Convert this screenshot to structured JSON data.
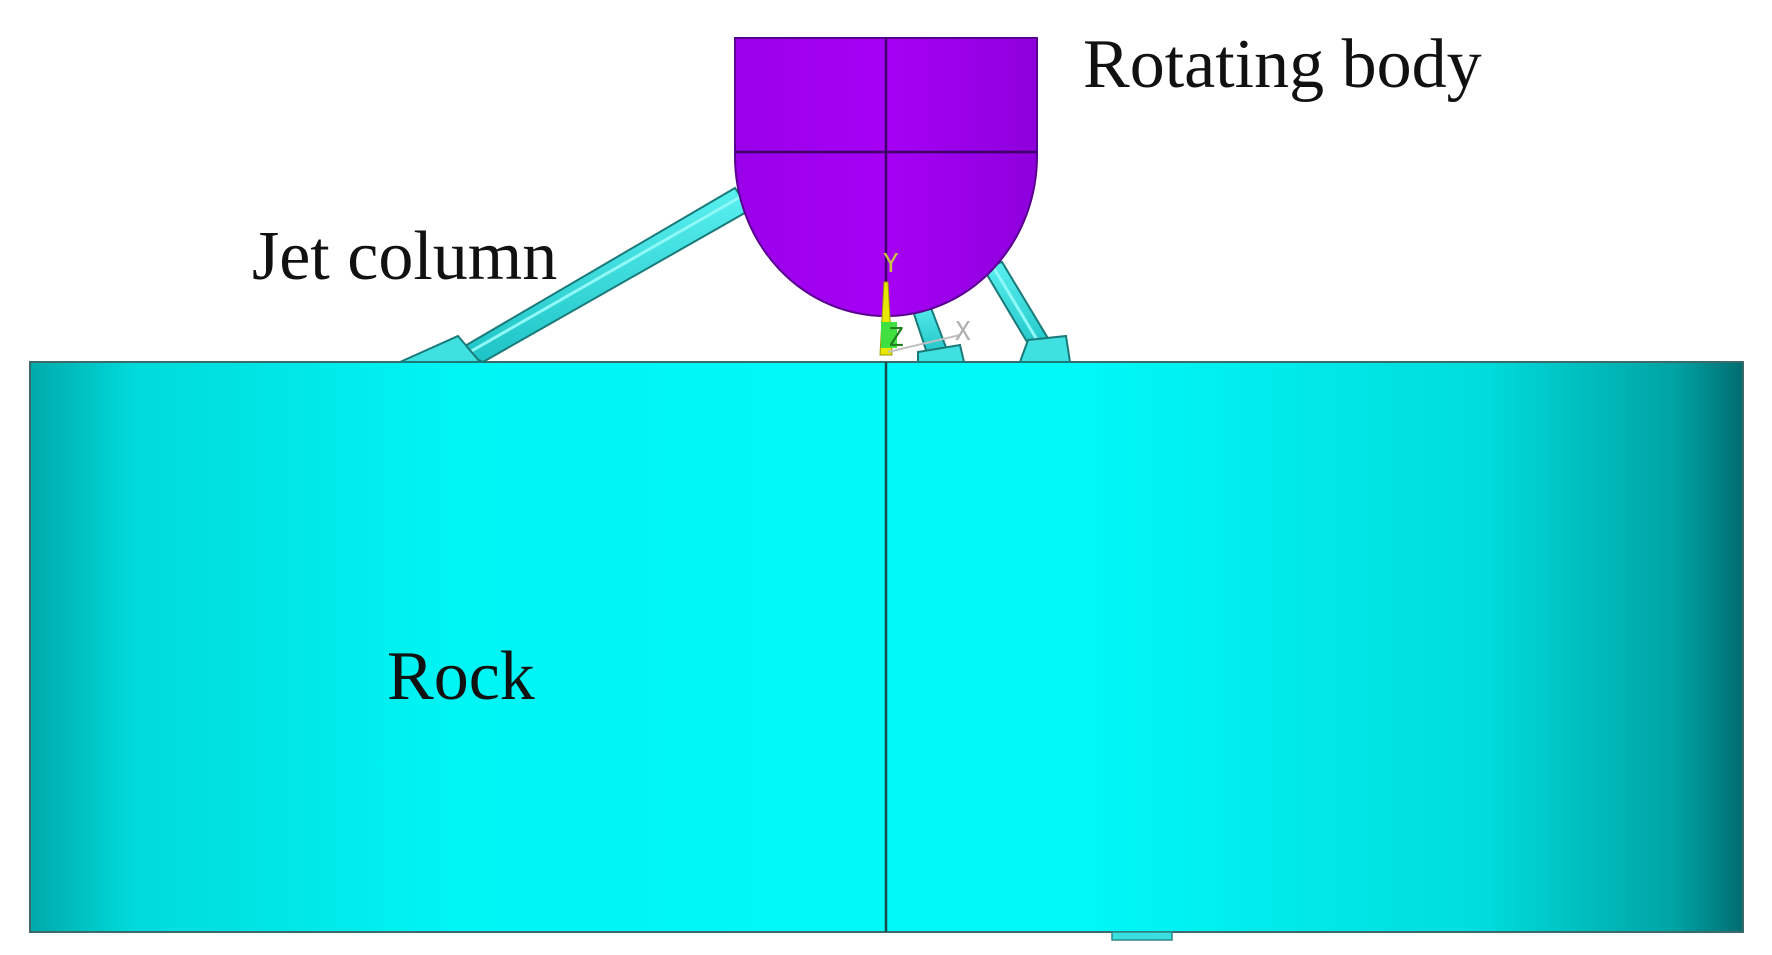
{
  "labels": {
    "rotating_body": "Rotating body",
    "jet_column": "Jet column",
    "rock": "Rock"
  },
  "axis_triad": {
    "y_label": "Y",
    "x_label": "X",
    "z_label": "Z"
  },
  "colors": {
    "rock": "#00f5f5",
    "rock_edge_dark": "#007f80",
    "rotating_body": "#a100f0",
    "rotating_body_dark": "#7d00c4",
    "jet_column": "#39dede",
    "outline": "#1a3a3a",
    "axis_y": "#e8e800",
    "axis_x": "#c0c0c0",
    "axis_z": "#40e040"
  }
}
